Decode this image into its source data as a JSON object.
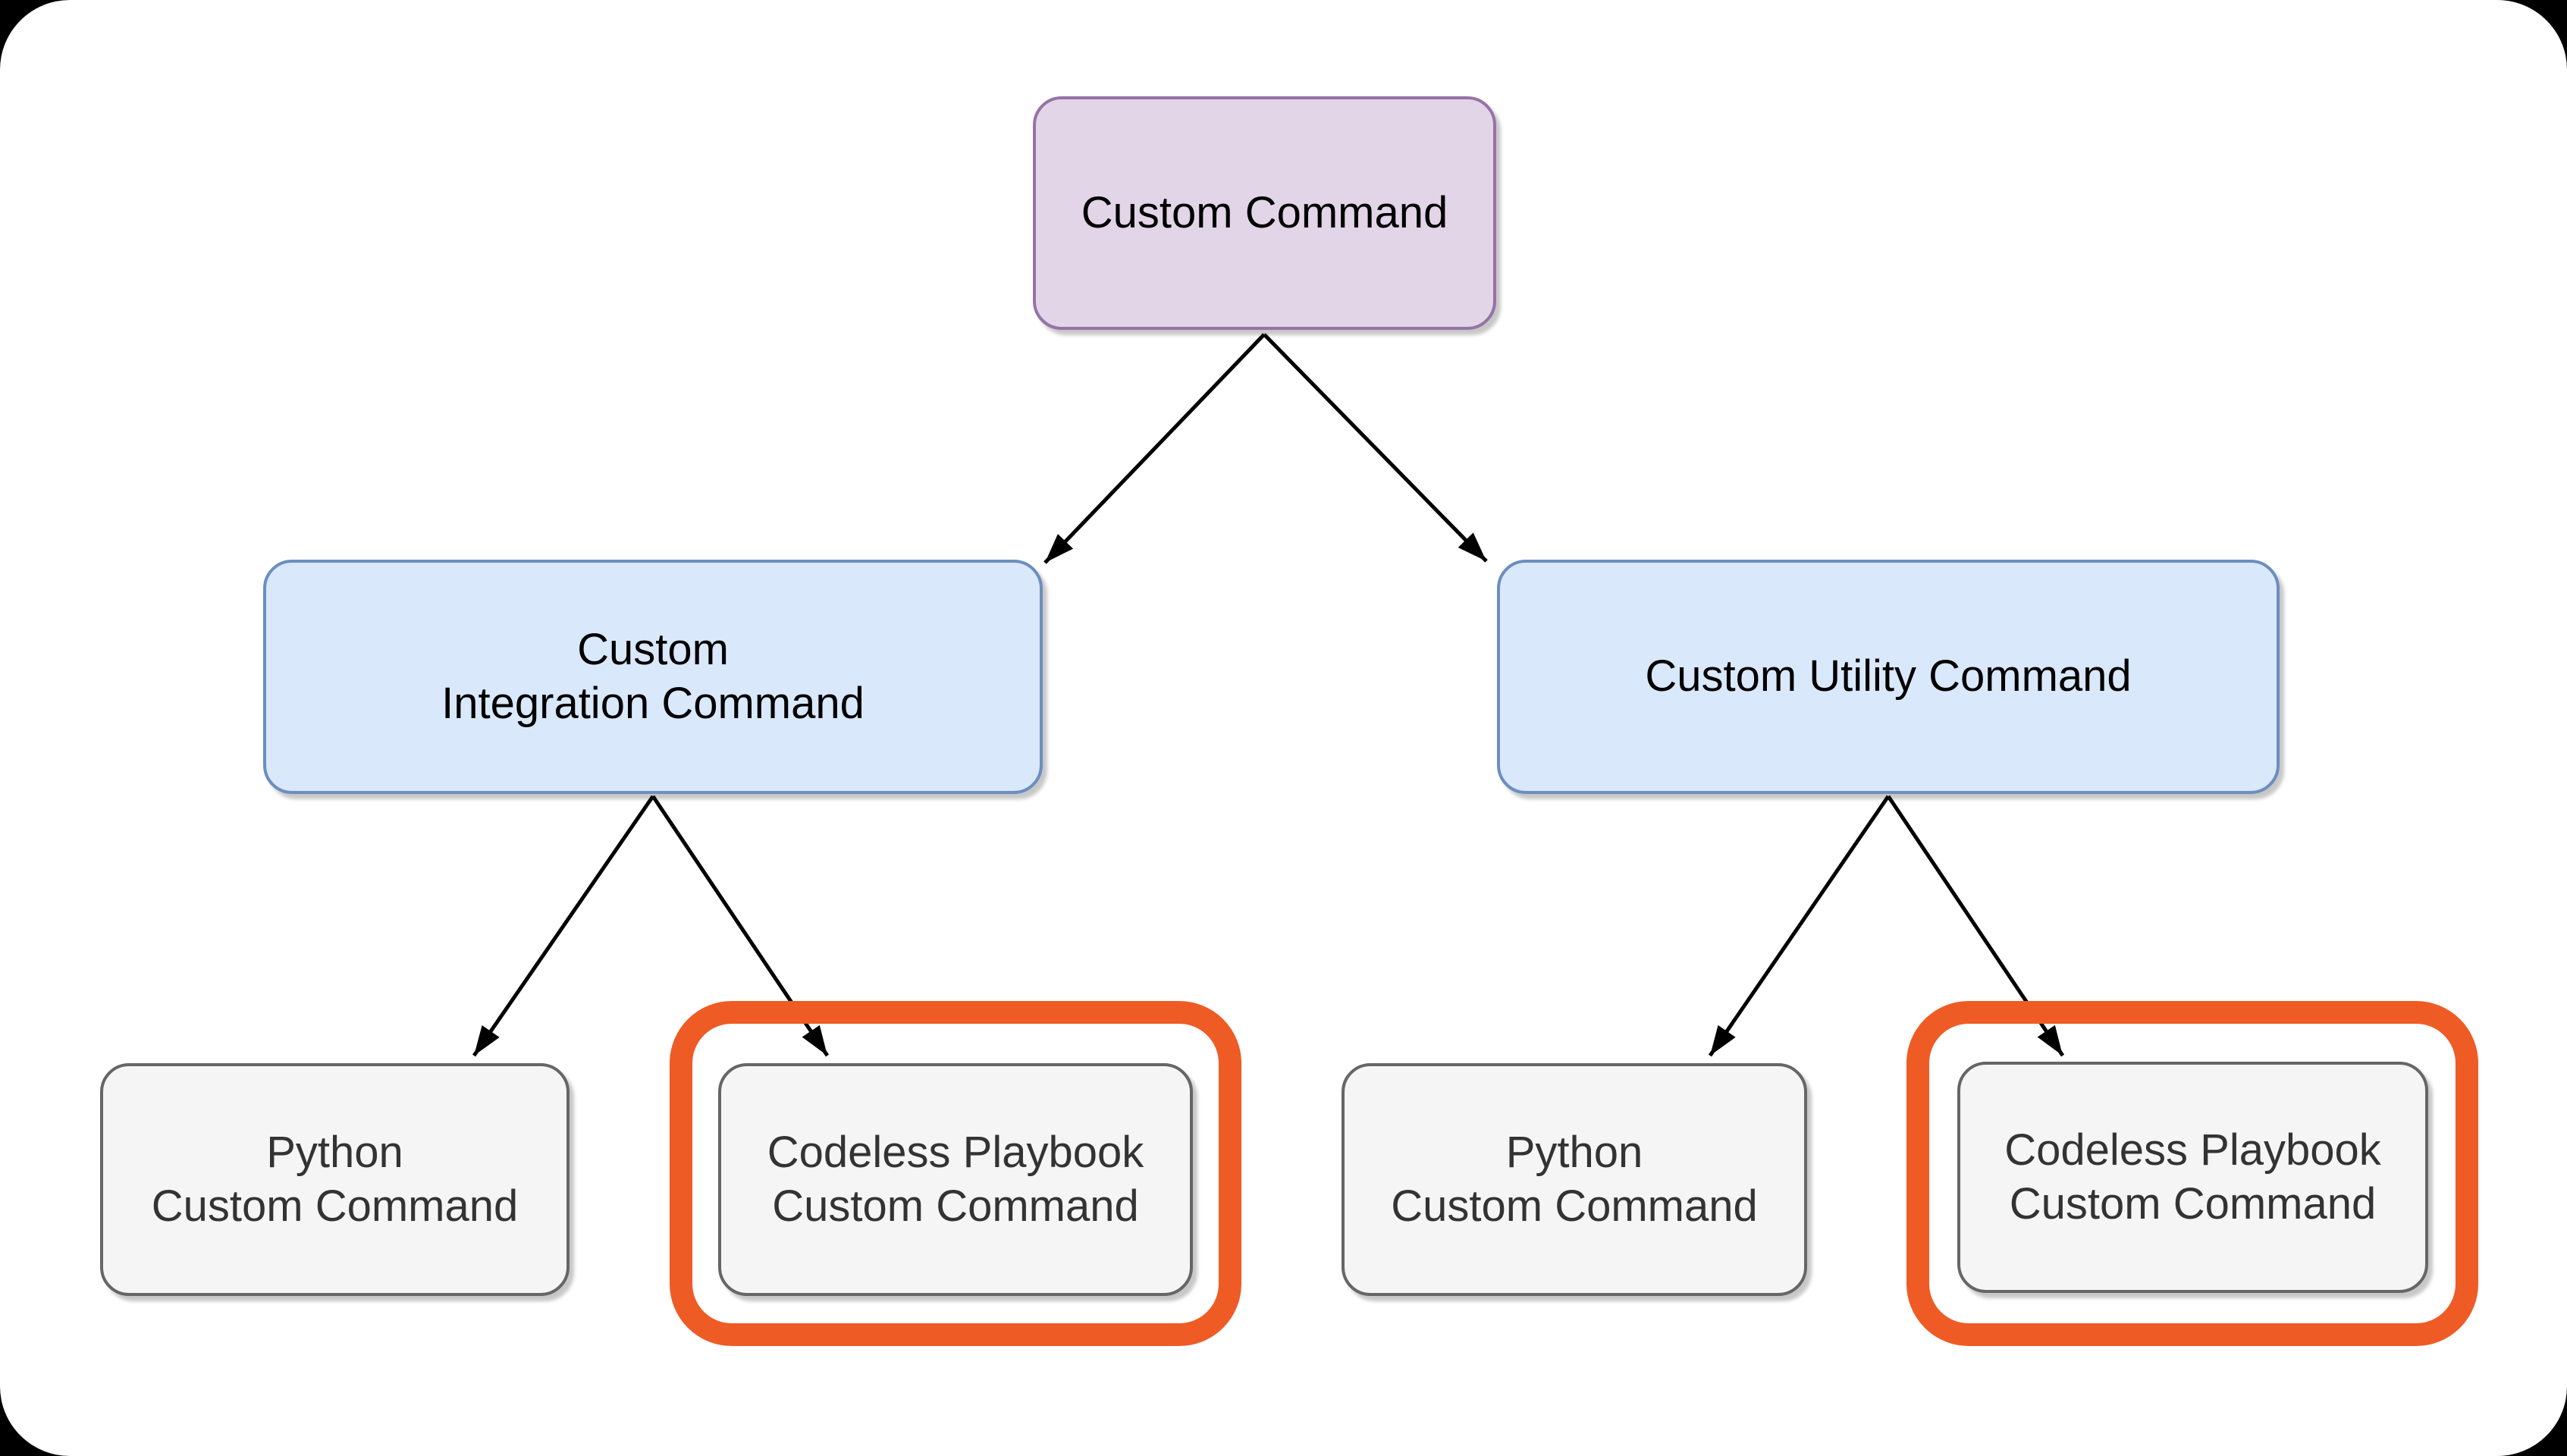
{
  "colors": {
    "page-bg": "#000000",
    "surface": "#FFFFFF",
    "edge": "#000000",
    "highlight": "#EF5B25",
    "purple-fill": "#E1D5E7",
    "purple-stroke": "#9673A6",
    "blue-fill": "#DAE8FC",
    "blue-stroke": "#6C8EBF",
    "gray-fill": "#F5F5F5",
    "gray-stroke": "#666666",
    "text": "#000000",
    "text-muted": "#333333"
  },
  "diagram": {
    "type": "tree",
    "nodes": {
      "root": {
        "label": "Custom Command",
        "level": 1,
        "highlighted": false
      },
      "integration": {
        "label": "Custom\nIntegration Command",
        "level": 2,
        "highlighted": false
      },
      "utility": {
        "label": "Custom Utility Command",
        "level": 2,
        "highlighted": false
      },
      "python_integration": {
        "label": "Python\nCustom Command",
        "level": 3,
        "highlighted": false
      },
      "codeless_integration": {
        "label": "Codeless Playbook\nCustom Command",
        "level": 3,
        "highlighted": true
      },
      "python_utility": {
        "label": "Python\nCustom Command",
        "level": 3,
        "highlighted": false
      },
      "codeless_utility": {
        "label": "Codeless Playbook\nCustom Command",
        "level": 3,
        "highlighted": true
      }
    },
    "edges": [
      {
        "from": "root",
        "to": "integration"
      },
      {
        "from": "root",
        "to": "utility"
      },
      {
        "from": "integration",
        "to": "python_integration"
      },
      {
        "from": "integration",
        "to": "codeless_integration"
      },
      {
        "from": "utility",
        "to": "python_utility"
      },
      {
        "from": "utility",
        "to": "codeless_utility"
      }
    ]
  }
}
